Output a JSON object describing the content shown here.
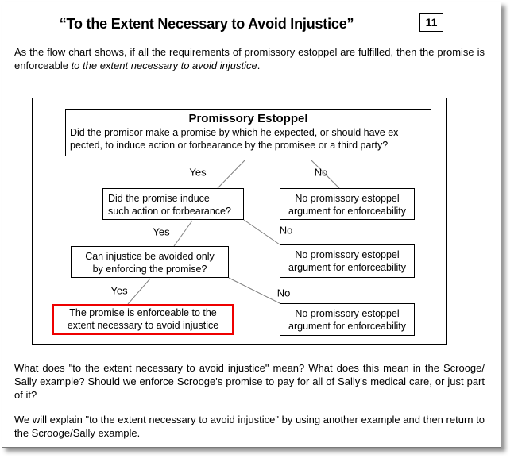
{
  "header": {
    "title": "“To the Extent Necessary to Avoid Injustice”",
    "page_number": "11"
  },
  "intro": {
    "normal": "As the flow chart shows, if all the requirements of promissory estoppel are fulfilled, then the promise is enforceable ",
    "italic": "to the extent necessary to avoid injustice",
    "tail": "."
  },
  "flowchart": {
    "heading": "Promissory Estoppel",
    "root_question": {
      "lines": [
        "Did the promisor make a promise by which he expected, or should have ex-",
        "pected, to induce action or forbearance by the promisee or a third party?"
      ]
    },
    "question2": {
      "lines": [
        "Did the promise induce",
        "such action or forbearance?"
      ]
    },
    "question3": {
      "lines": [
        "Can injustice be avoided only",
        "by enforcing the promise?"
      ]
    },
    "result": {
      "lines": [
        "The promise is enforceable to the",
        "extent necessary to avoid injustice"
      ]
    },
    "no_outcome": {
      "lines": [
        "No promissory estoppel",
        "argument for enforceability"
      ]
    },
    "yes_label": "Yes",
    "no_label": "No",
    "colors": {
      "highlight_border": "#ee0000",
      "connector": "#808080"
    }
  },
  "body": {
    "paragraph1": "What does \"to the extent necessary to avoid injustice\" mean? What does this mean in the Scrooge/​Sally example? Should we enforce Scrooge's promise to pay for all of Sally's medical care, or just part of it?",
    "paragraph2": "We will explain \"to the extent necessary to avoid injustice\" by using another example and then return to the Scrooge/Sally example."
  }
}
